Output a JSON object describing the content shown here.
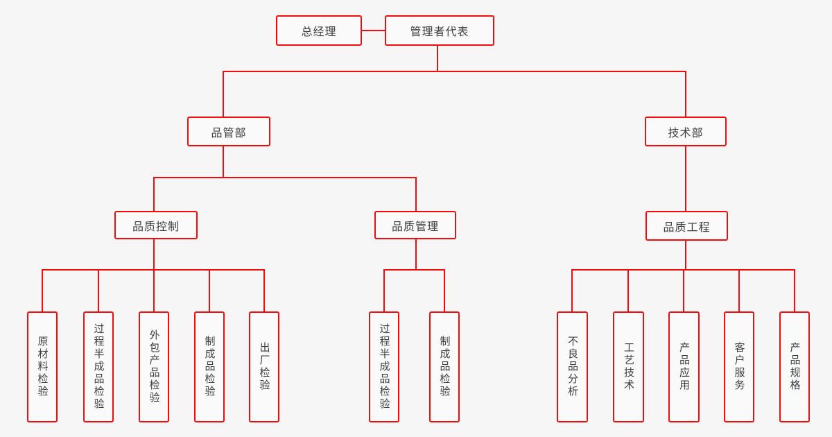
{
  "org": {
    "general_manager": "总经理",
    "management_representative": "管理者代表",
    "quality_dept": "品管部",
    "technology_dept": "技术部",
    "quality_control": "品质控制",
    "quality_management": "品质管理",
    "quality_engineering": "品质工程",
    "quality_control_children": [
      "原材料检验",
      "过程半成品检验",
      "外包产品检验",
      "制成品检验",
      "出厂检验"
    ],
    "quality_management_children": [
      "过程半成品检验",
      "制成品检验"
    ],
    "quality_engineering_children": [
      "不良品分析",
      "工艺技术",
      "产品应用",
      "客户服务",
      "产品规格"
    ]
  },
  "colors": {
    "line_red": "#f50b0b",
    "background": "#f6f6f6",
    "box_fill": "#fafafa",
    "text": "#3e3e3e"
  }
}
